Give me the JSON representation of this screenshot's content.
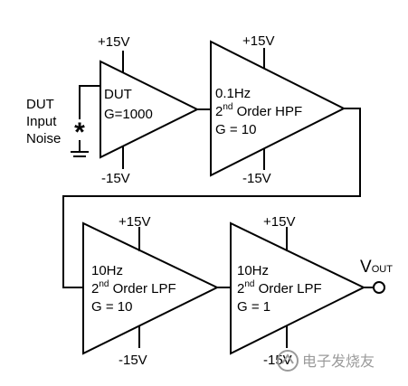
{
  "source": {
    "label_lines": [
      "DUT",
      "Input",
      "Noise"
    ],
    "symbol": "*"
  },
  "stages": [
    {
      "id": "dut",
      "lines": [
        {
          "text": "DUT"
        },
        {
          "text": "G=1000"
        }
      ],
      "supply_pos": "+15V",
      "supply_neg": "-15V"
    },
    {
      "id": "hpf",
      "lines": [
        {
          "text": "0.1Hz"
        },
        {
          "pre": "2",
          "sup": "nd",
          "post": " Order HPF"
        },
        {
          "text": "G = 10"
        }
      ],
      "supply_pos": "+15V",
      "supply_neg": "-15V"
    },
    {
      "id": "lpf1",
      "lines": [
        {
          "text": "10Hz"
        },
        {
          "pre": "2",
          "sup": "nd",
          "post": " Order LPF"
        },
        {
          "text": "G = 10"
        }
      ],
      "supply_pos": "+15V",
      "supply_neg": "-15V"
    },
    {
      "id": "lpf2",
      "lines": [
        {
          "text": "10Hz"
        },
        {
          "pre": "2",
          "sup": "nd",
          "post": " Order LPF"
        },
        {
          "text": "G = 1"
        }
      ],
      "supply_pos": "+15V",
      "supply_neg": "-15V"
    }
  ],
  "output": {
    "main": "V",
    "sub": "OUT"
  },
  "watermark": "电子发烧友"
}
